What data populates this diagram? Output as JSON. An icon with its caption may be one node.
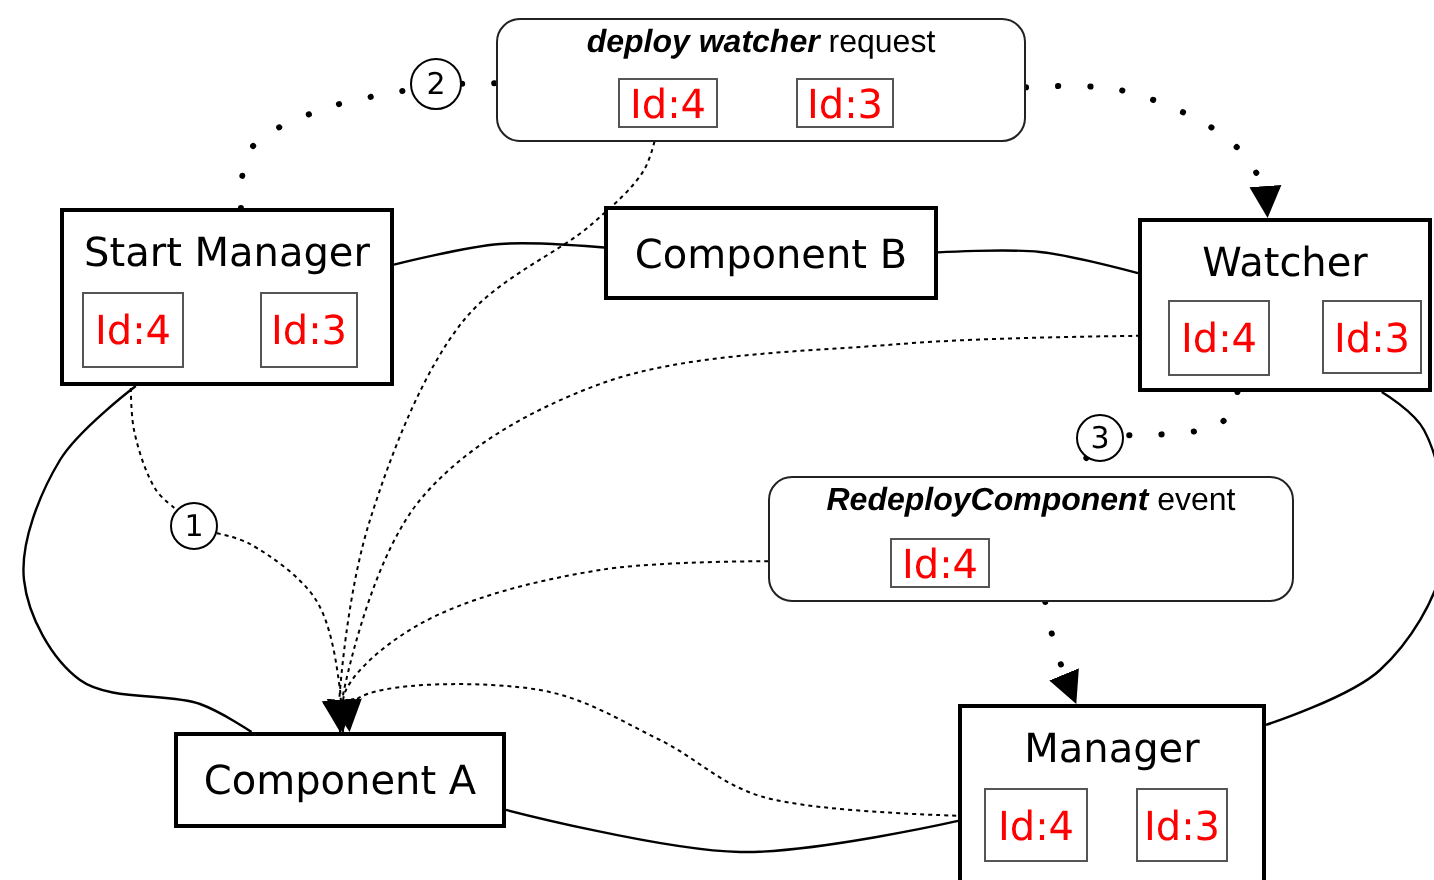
{
  "diagram": {
    "nodes": [
      {
        "text": [
          "Start Manager"
        ]
      },
      {
        "text": [
          "Id:4"
        ],
        "in": 0
      },
      {
        "text": [
          "Id:3"
        ],
        "in": 0
      },
      {
        "text": [
          "**deploy watcher** request"
        ]
      },
      {
        "text": [
          "Id:4"
        ],
        "in": 3
      },
      {
        "text": [
          "Id:3"
        ],
        "in": 3
      },
      {
        "text": [
          "Component B"
        ]
      },
      {
        "text": [
          "Watcher"
        ]
      },
      {
        "text": [
          "Id:4"
        ],
        "in": 7
      },
      {
        "text": [
          "Id:3"
        ],
        "in": 7
      },
      {
        "text": [
          "**RedeployComponent** event"
        ]
      },
      {
        "text": [
          "Id:4"
        ],
        "in": 10
      },
      {
        "text": [
          "Manager"
        ]
      },
      {
        "text": [
          "Id:4"
        ],
        "in": 12
      },
      {
        "text": [
          "Id:3"
        ],
        "in": 12
      },
      {
        "text": [
          "Component A"
        ]
      },
      {
        "text": [
          "1"
        ]
      },
      {
        "text": [
          "2"
        ]
      },
      {
        "text": [
          "3"
        ]
      }
    ],
    "edges": [
      {
        "from": 0,
        "to": 6,
        "arrow": "none"
      },
      {
        "from": 6,
        "to": 7,
        "arrow": "none"
      },
      {
        "from": 7,
        "to": 12,
        "arrow": "none"
      },
      {
        "from": 12,
        "to": 15,
        "arrow": "none"
      },
      {
        "from": 0,
        "to": 15,
        "arrow": "none"
      },
      {
        "from": 1,
        "to": 16,
        "arrow": "none",
        "style": "dashed"
      },
      {
        "from": 16,
        "to": 15,
        "arrow": "to",
        "style": "dashed"
      },
      {
        "from": 4,
        "to": 15,
        "arrow": "to",
        "style": "dashed"
      },
      {
        "from": 8,
        "to": 15,
        "arrow": "to",
        "style": "dashed"
      },
      {
        "from": 11,
        "to": 15,
        "arrow": "to",
        "style": "dashed"
      },
      {
        "from": 13,
        "to": 15,
        "arrow": "to",
        "style": "dashed"
      },
      {
        "from": 0,
        "to": 17,
        "arrow": "none",
        "style": "dashed"
      },
      {
        "from": 17,
        "to": 3,
        "arrow": "none",
        "style": "dashed"
      },
      {
        "from": 3,
        "to": 7,
        "arrow": "to",
        "style": "dashed"
      },
      {
        "from": 7,
        "to": 18,
        "arrow": "none",
        "style": "dashed"
      },
      {
        "from": 18,
        "to": 10,
        "arrow": "none",
        "style": "dashed"
      },
      {
        "from": 10,
        "to": 12,
        "arrow": "to",
        "style": "dashed"
      }
    ]
  }
}
